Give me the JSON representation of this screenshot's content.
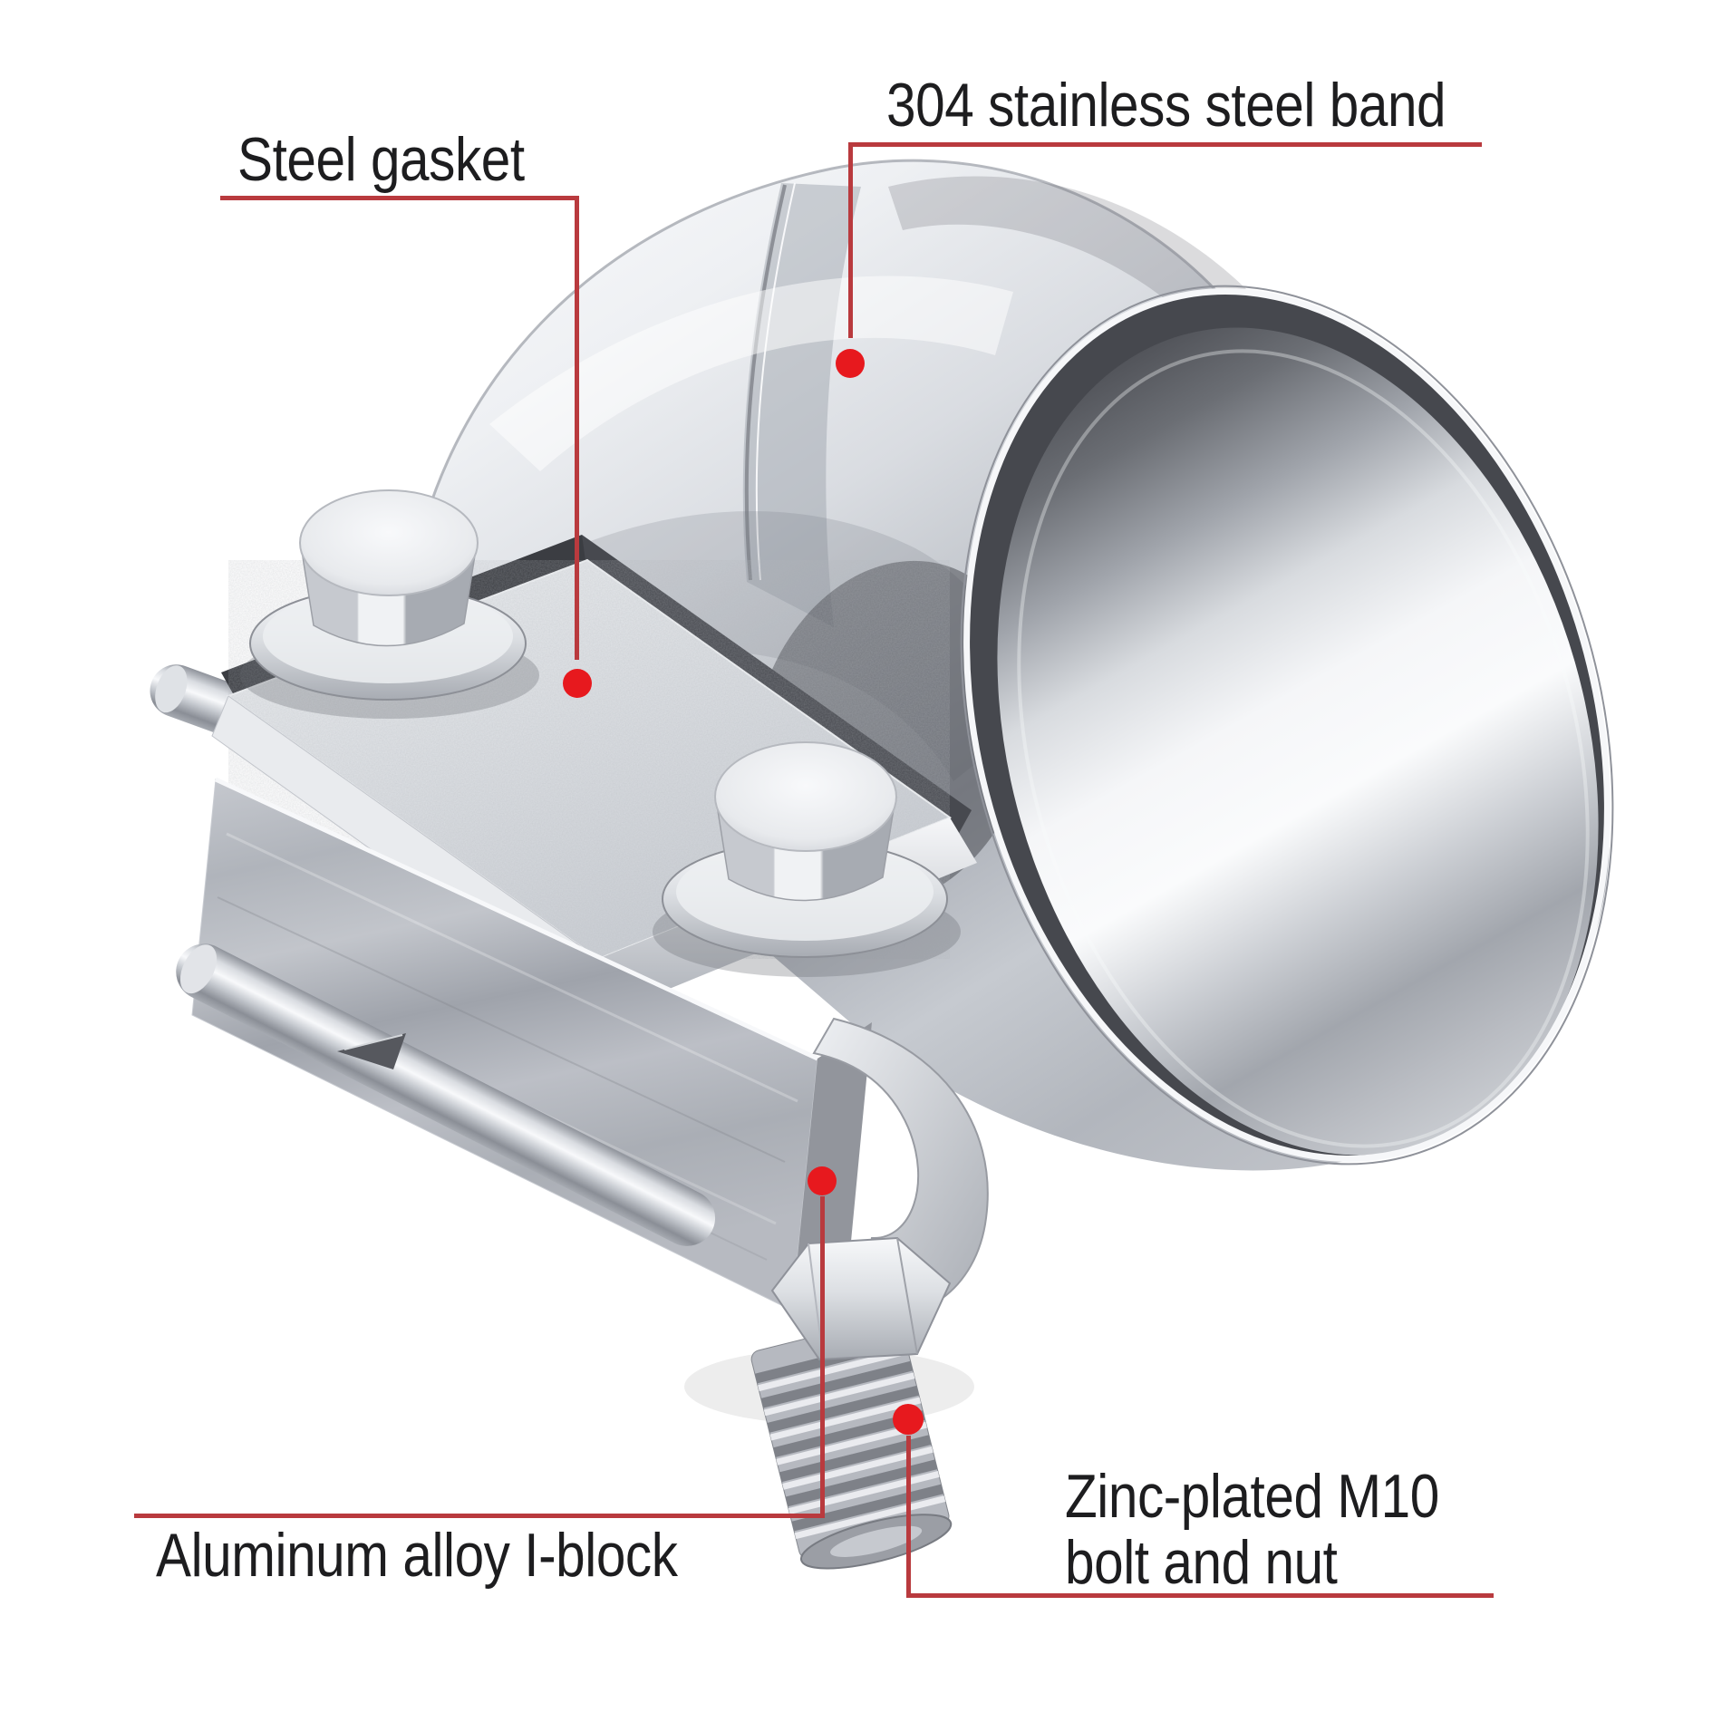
{
  "palette": {
    "background": "#ffffff",
    "leader_line": "#b93a3e",
    "marker_dot": "#e7191e",
    "label_text": "#1d1d1f"
  },
  "callouts": [
    {
      "id": "band-304",
      "label": "304 stainless steel band"
    },
    {
      "id": "steel-gasket",
      "label": "Steel gasket"
    },
    {
      "id": "aluminum-i-block",
      "label": "Aluminum alloy I-block"
    },
    {
      "id": "m10-bolt-nut",
      "lines": [
        "Zinc-plated M10",
        "bolt and nut"
      ]
    }
  ]
}
